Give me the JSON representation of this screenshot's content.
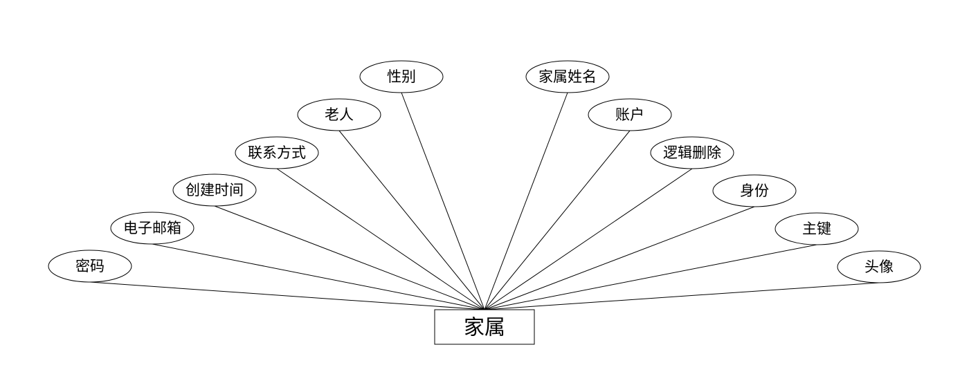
{
  "entity": {
    "label": "家属"
  },
  "attributes": [
    {
      "label": "密码"
    },
    {
      "label": "电子邮箱"
    },
    {
      "label": "创建时间"
    },
    {
      "label": "联系方式"
    },
    {
      "label": "老人"
    },
    {
      "label": "性别"
    },
    {
      "label": "家属姓名"
    },
    {
      "label": "账户"
    },
    {
      "label": "逻辑删除"
    },
    {
      "label": "身份"
    },
    {
      "label": "主键"
    },
    {
      "label": "头像"
    }
  ],
  "colors": {
    "stroke": "#000000",
    "fill": "#ffffff"
  }
}
